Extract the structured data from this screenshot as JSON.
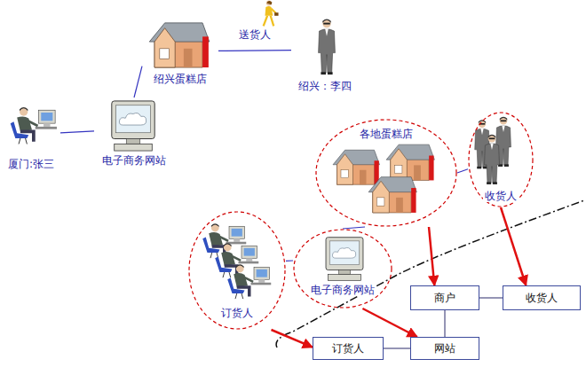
{
  "diagram": {
    "nodes": [
      {
        "text": [
          "绍兴蛋糕店"
        ]
      },
      {
        "text": [
          "绍兴：李四"
        ]
      },
      {
        "text": [
          "厦门:张三"
        ]
      },
      {
        "text": [
          "电子商务网站"
        ]
      },
      {
        "text": [
          "各地蛋糕店"
        ]
      },
      {
        "text": [
          "收货人"
        ]
      },
      {
        "text": [
          "订货人"
        ]
      },
      {
        "text": [
          "电子商务网站"
        ]
      },
      {
        "text": [
          "商户"
        ]
      },
      {
        "text": [
          "收货人"
        ]
      },
      {
        "text": [
          "订货人"
        ]
      },
      {
        "text": [
          "网站"
        ]
      }
    ],
    "edges": [
      {
        "from": 2,
        "to": 3,
        "arrow": "none"
      },
      {
        "from": 3,
        "to": 0,
        "arrow": "none"
      },
      {
        "from": 0,
        "to": 1,
        "label": "送货人",
        "arrow": "none"
      },
      {
        "from": 6,
        "to": 7,
        "arrow": "none"
      },
      {
        "from": 7,
        "to": 4,
        "arrow": "none"
      },
      {
        "from": 4,
        "to": 5,
        "arrow": "none"
      },
      {
        "from": 4,
        "to": 8,
        "arrow": "to"
      },
      {
        "from": 5,
        "to": 9,
        "arrow": "to"
      },
      {
        "from": 6,
        "to": 10,
        "arrow": "to"
      },
      {
        "from": 7,
        "to": 11,
        "arrow": "to"
      },
      {
        "from": 10,
        "to": 11,
        "arrow": "none"
      },
      {
        "from": 11,
        "to": 8,
        "arrow": "none"
      },
      {
        "from": 8,
        "to": 9,
        "arrow": "none"
      }
    ]
  }
}
